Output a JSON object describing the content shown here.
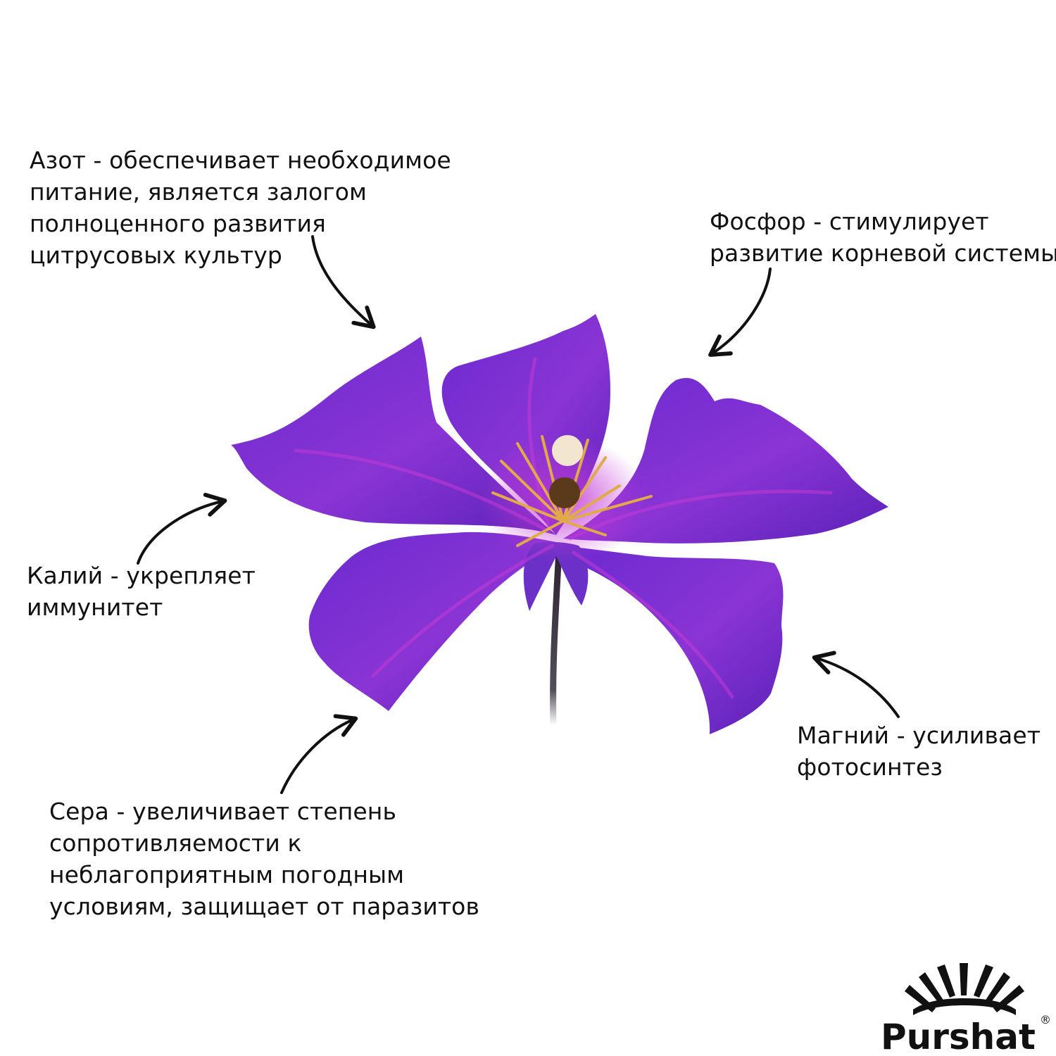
{
  "callouts": {
    "nitrogen": {
      "lines": [
        "Азот - обеспечивает необходимое",
        "питание, является залогом",
        "полноценного развития",
        "цитрусовых культур"
      ]
    },
    "phosphorus": {
      "lines": [
        "Фосфор - стимулирует",
        "развитие корневой системы"
      ]
    },
    "potassium": {
      "lines": [
        "Калий - укрепляет",
        "иммунитет"
      ]
    },
    "magnesium": {
      "lines": [
        "Магний - усиливает",
        "фотосинтез"
      ]
    },
    "sulfur": {
      "lines": [
        "Сера - увеличивает степень",
        "сопротивляемости к",
        "неблагоприятным погодным",
        "условиям, защищает от паразитов"
      ]
    }
  },
  "brand": {
    "name": "Purshat",
    "mark": "®"
  },
  "colors": {
    "petal": "#7a2fd0",
    "petal_dark": "#5a1fb0",
    "petal_highlight": "#b53ad6",
    "stamen": "#e0a94a",
    "stem": "#2a2230",
    "text": "#111111",
    "logo": "#111111"
  },
  "icons": {
    "arrow": "curved-arrow-icon",
    "logo": "sunburst-logo-icon"
  }
}
